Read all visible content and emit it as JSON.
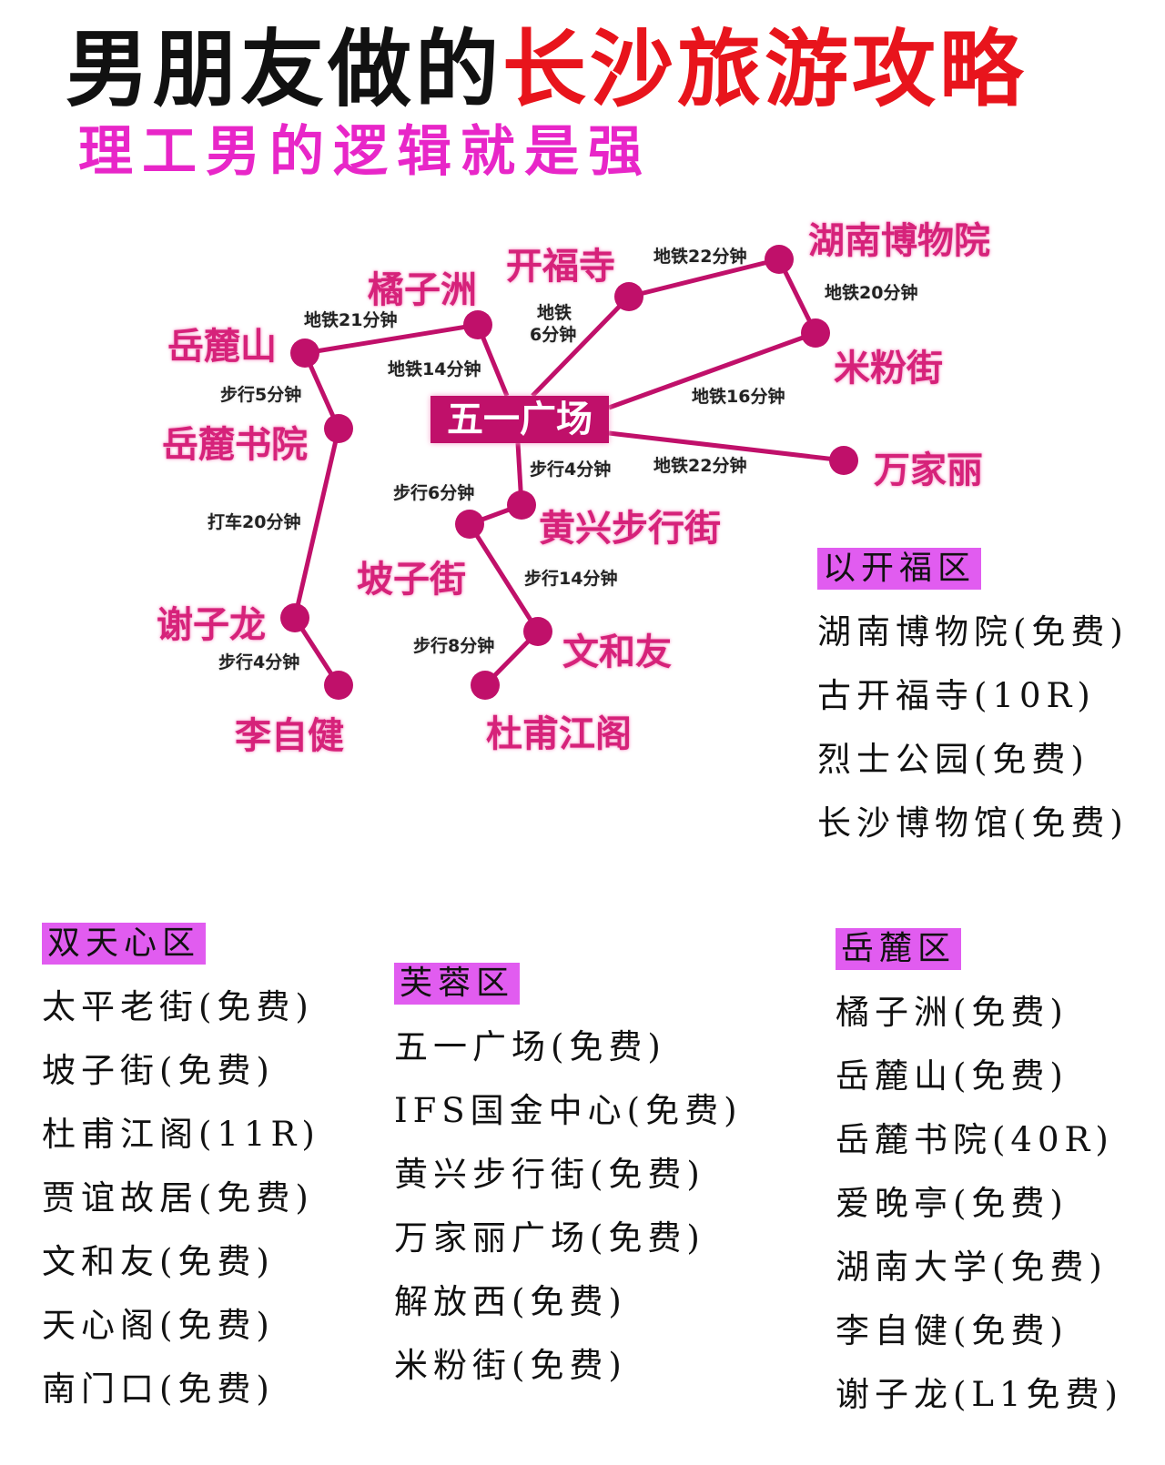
{
  "title": {
    "part1": "男朋友做的",
    "part2": "长沙旅游攻略"
  },
  "subtitle": "理工男的逻辑就是强",
  "map": {
    "hub": "五一广场",
    "nodes": {
      "yuelushan": "岳麓山",
      "juzizhou": "橘子洲",
      "kaifusi": "开福寺",
      "hunan_museum": "湖南博物院",
      "mifenjie": "米粉街",
      "wanjiali": "万家丽",
      "yuelu_academy": "岳麓书院",
      "huangxing": "黄兴步行街",
      "pozijie": "坡子街",
      "wenheyou": "文和友",
      "dufu": "杜甫江阁",
      "xiezilong": "谢子龙",
      "lizijian": "李自健"
    },
    "edges": {
      "yuelushan_juzizhou": "地铁21分钟",
      "juzizhou_hub": "地铁14分钟",
      "hub_kaifusi_1": "地铁",
      "hub_kaifusi_2": "6分钟",
      "kaifusi_museum": "地铁22分钟",
      "museum_mifen": "地铁20分钟",
      "hub_mifen": "地铁16分钟",
      "hub_wanjiali": "地铁22分钟",
      "hub_huangxing": "步行4分钟",
      "huangxing_pozi": "步行6分钟",
      "pozi_wenheyou": "步行14分钟",
      "wenheyou_dufu": "步行8分钟",
      "yuelushan_academy": "步行5分钟",
      "academy_xiezilong": "打车20分钟",
      "xiezilong_lizijian": "步行4分钟"
    }
  },
  "districts": {
    "kaifu": {
      "name": "以开福区",
      "items": [
        "湖南博物院(免费)",
        "古开福寺(10R)",
        "烈士公园(免费)",
        "长沙博物馆(免费)"
      ]
    },
    "tianxin": {
      "name": "双天心区",
      "items": [
        "太平老街(免费)",
        "坡子街(免费)",
        "杜甫江阁(11R)",
        "贾谊故居(免费)",
        "文和友(免费)",
        "天心阁(免费)",
        "南门口(免费)"
      ]
    },
    "furong": {
      "name": "芙蓉区",
      "items": [
        "五一广场(免费)",
        "IFS国金中心(免费)",
        "黄兴步行街(免费)",
        "万家丽广场(免费)",
        "解放西(免费)",
        "米粉街(免费)"
      ]
    },
    "yuelu": {
      "name": "岳麓区",
      "items": [
        "橘子洲(免费)",
        "岳麓山(免费)",
        "岳麓书院(40R)",
        "爱晚亭(免费)",
        "湖南大学(免费)",
        "李自健(免费)",
        "谢子龙(L1免费)"
      ]
    }
  },
  "colors": {
    "accent": "#c0106a",
    "title_red": "#e8141c",
    "subtitle": "#e826c8",
    "highlight": "#e15cf0"
  }
}
